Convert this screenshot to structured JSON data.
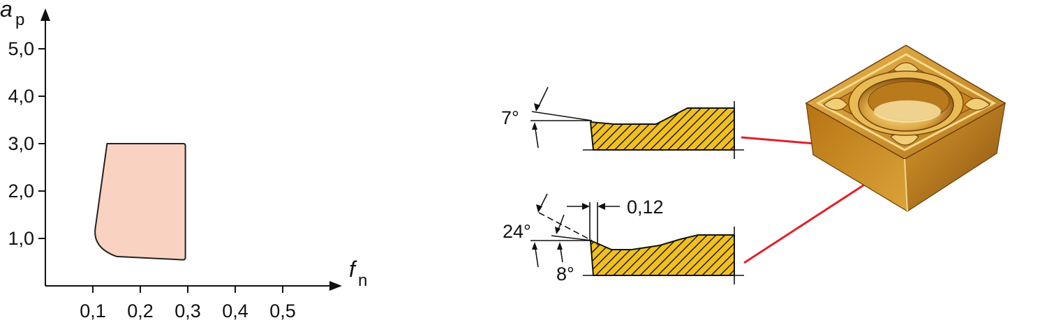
{
  "chart_data": {
    "type": "area",
    "title": "",
    "xlabel": "f",
    "xlabel_sub": "n",
    "ylabel": "a",
    "ylabel_sub": "p",
    "xlim": [
      0,
      0.6
    ],
    "ylim": [
      0,
      5.5
    ],
    "x_ticks": [
      {
        "value": 0.1,
        "label": "0,1"
      },
      {
        "value": 0.2,
        "label": "0,2"
      },
      {
        "value": 0.3,
        "label": "0,3"
      },
      {
        "value": 0.4,
        "label": "0,4"
      },
      {
        "value": 0.5,
        "label": "0,5"
      }
    ],
    "y_ticks": [
      {
        "value": 1.0,
        "label": "1,0"
      },
      {
        "value": 2.0,
        "label": "2,0"
      },
      {
        "value": 3.0,
        "label": "3,0"
      },
      {
        "value": 4.0,
        "label": "4,0"
      },
      {
        "value": 5.0,
        "label": "5,0"
      }
    ],
    "region": {
      "fill": "#f9d2c1",
      "outline": "#222222",
      "points": [
        [
          0.13,
          3.0
        ],
        [
          0.295,
          3.0
        ],
        [
          0.295,
          0.55
        ],
        [
          0.15,
          0.62
        ],
        [
          0.105,
          1.2
        ]
      ]
    },
    "grid": false
  },
  "diagram": {
    "upper_profile": {
      "angle_label": "7°"
    },
    "lower_profile": {
      "angle_top_label": "24°",
      "angle_bottom_label": "8°",
      "land_label": "0,12"
    },
    "colors": {
      "hatch_fill": "#f2c01e",
      "hatch_line": "#1a1a1a",
      "leader_line": "#e2202a",
      "insert_gold": "#c9881a",
      "insert_dark": "#8a5210",
      "insert_light": "#f3d27a"
    }
  }
}
